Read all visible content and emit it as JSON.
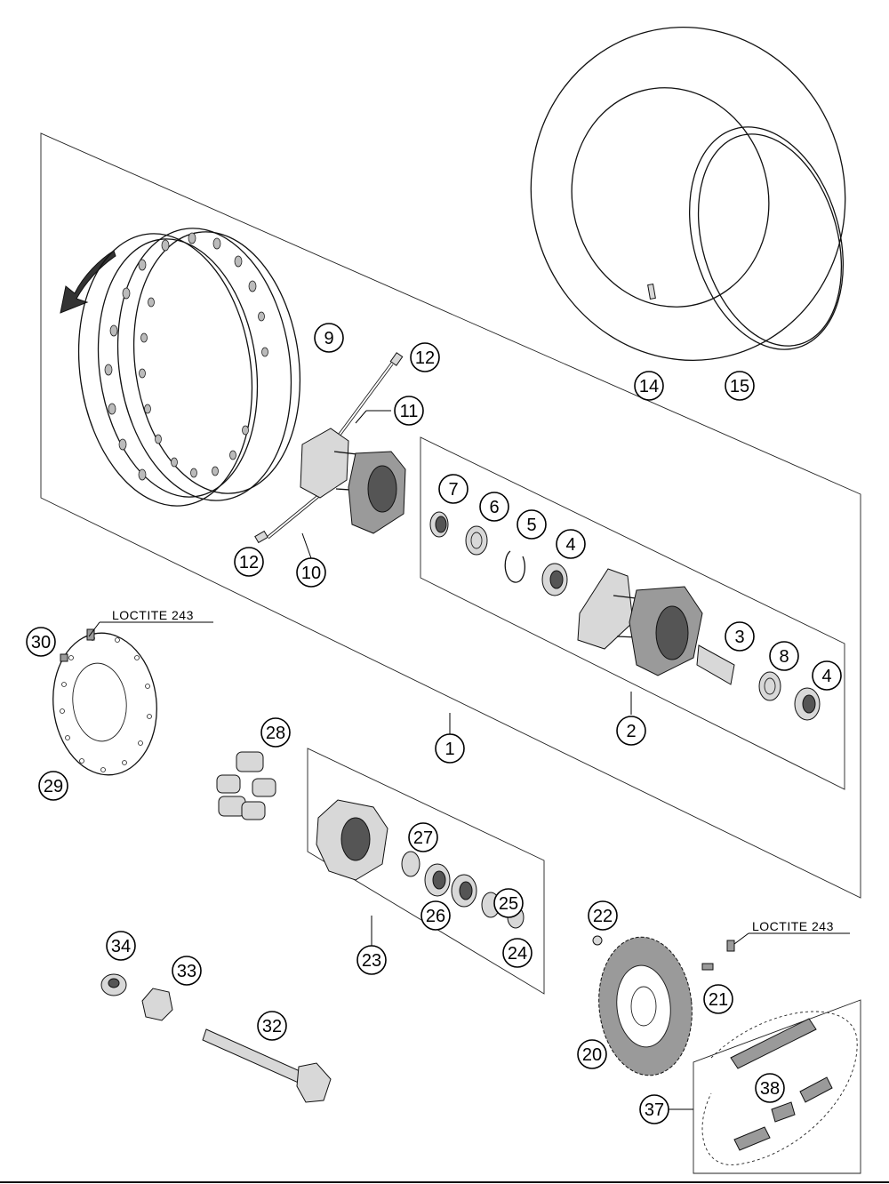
{
  "callouts": {
    "c1": "1",
    "c2": "2",
    "c3": "3",
    "c4a": "4",
    "c4b": "4",
    "c5": "5",
    "c6": "6",
    "c7": "7",
    "c8": "8",
    "c9": "9",
    "c10": "10",
    "c11": "11",
    "c12a": "12",
    "c12b": "12",
    "c14": "14",
    "c15": "15",
    "c20": "20",
    "c21": "21",
    "c22": "22",
    "c23": "23",
    "c24": "24",
    "c25": "25",
    "c26": "26",
    "c27": "27",
    "c28": "28",
    "c29": "29",
    "c30": "30",
    "c32": "32",
    "c33": "33",
    "c34": "34",
    "c37": "37",
    "c38": "38"
  },
  "labels": {
    "loctite_left": "LOCTITE 243",
    "loctite_right": "LOCTITE 243"
  },
  "colors": {
    "line": "#111111",
    "fill_grey": "#9a9a9a",
    "background": "#ffffff"
  }
}
